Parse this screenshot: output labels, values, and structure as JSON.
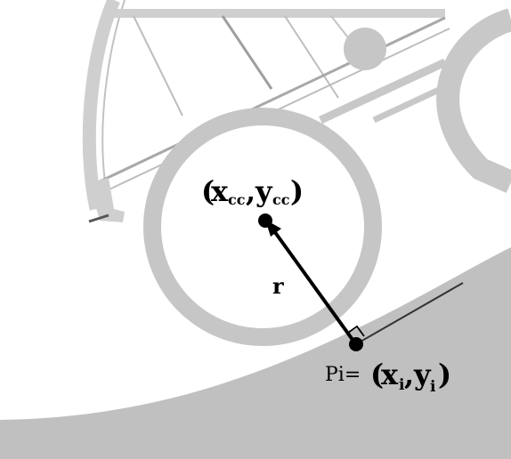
{
  "labels": {
    "center_open": "(",
    "center_x": "x",
    "center_x_sub": "cc",
    "center_comma": ",",
    "center_y": "y",
    "center_y_sub": "cc",
    "center_close": ")",
    "radius": "r",
    "point_name": "Pi=",
    "point_open": "(",
    "point_x": "x",
    "point_x_sub": "i",
    "point_comma": ",",
    "point_y": "y",
    "point_y_sub": "i",
    "point_close": ")"
  },
  "colors": {
    "background": "#ffffff",
    "terrain": "#c0c0c0",
    "wheel_rim": "#c6c6c6",
    "frame": "#cfcfcf",
    "frame_line": "#b8b8b8",
    "ink": "#000000"
  }
}
